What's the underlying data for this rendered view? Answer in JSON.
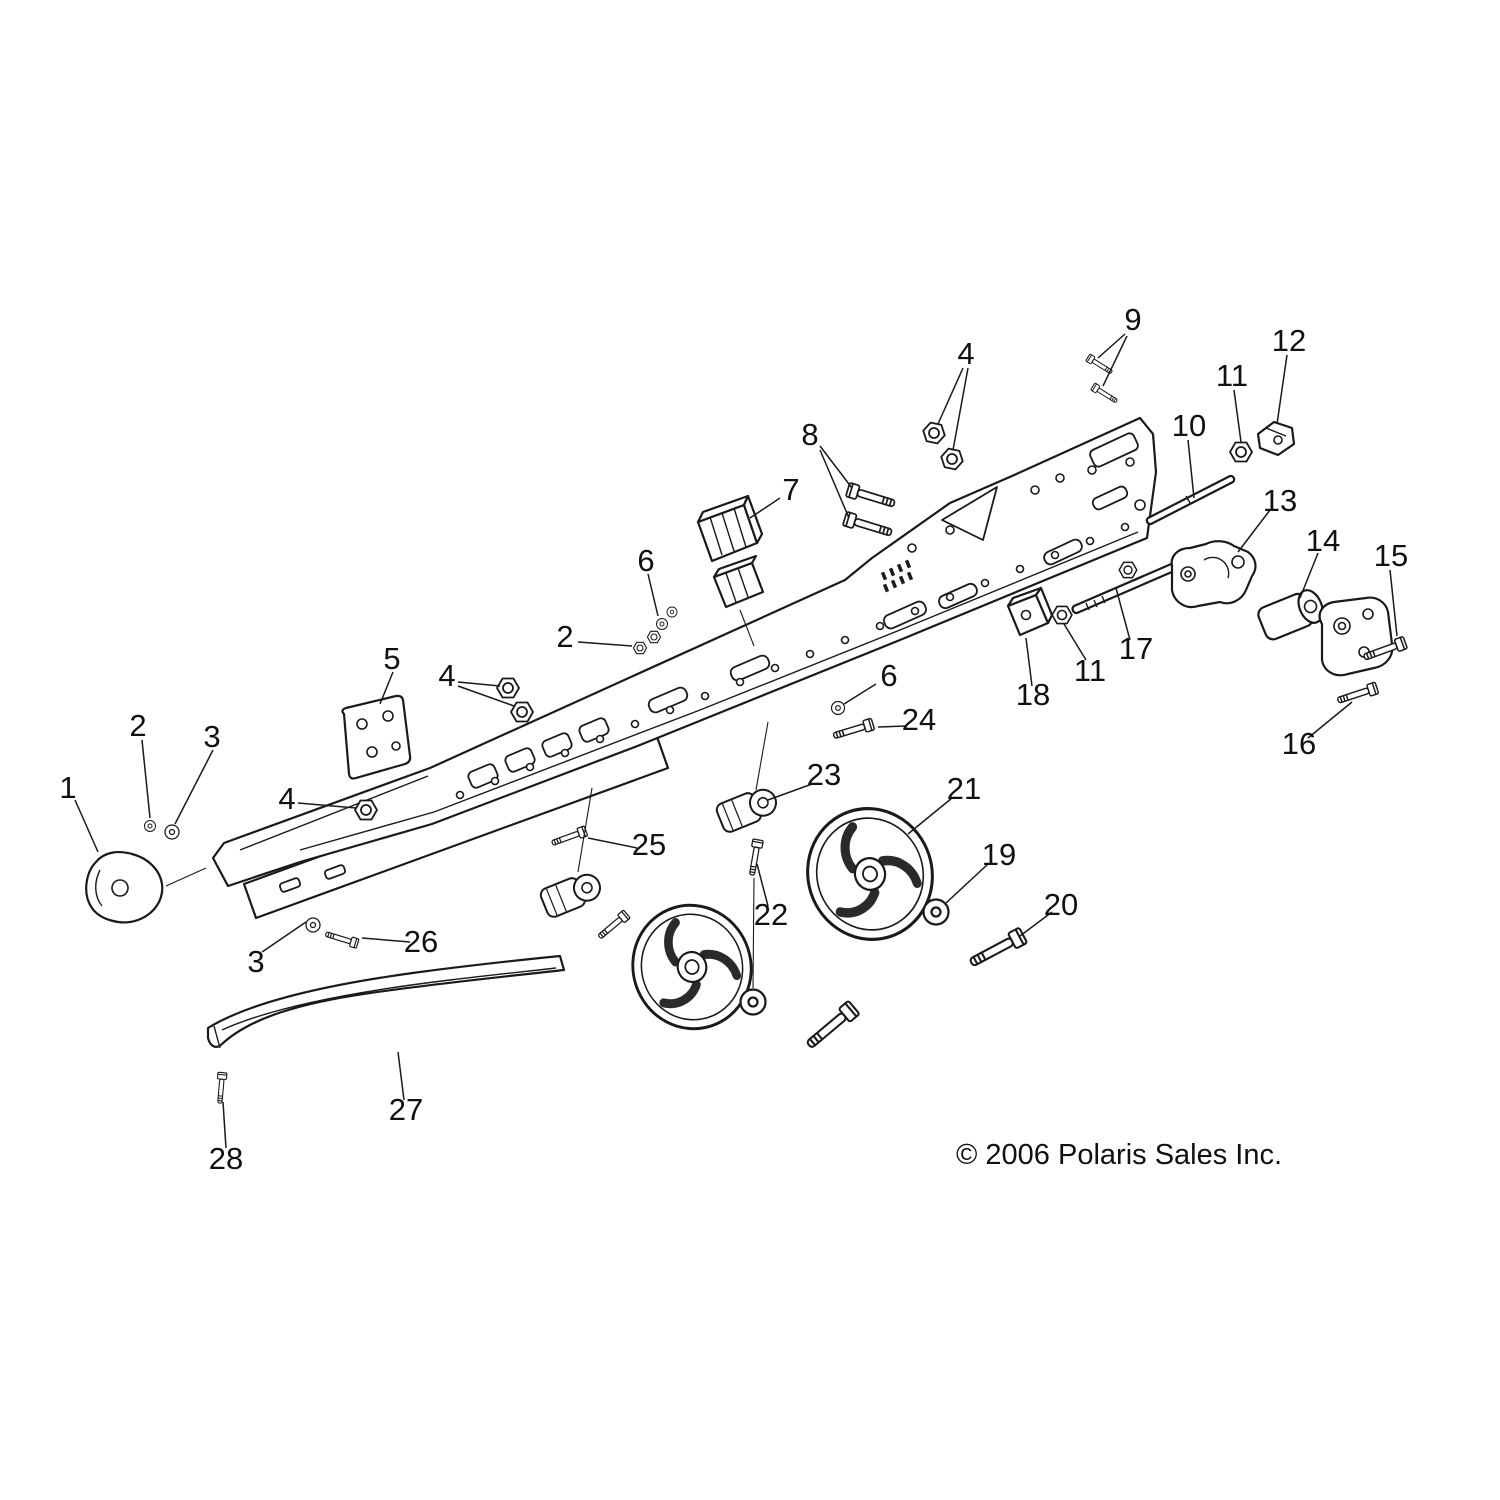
{
  "diagram": {
    "copyright": "© 2006 Polaris Sales Inc.",
    "callouts": [
      "1",
      "2",
      "3",
      "3",
      "2",
      "4",
      "4",
      "4",
      "5",
      "6",
      "6",
      "7",
      "8",
      "9",
      "10",
      "11",
      "11",
      "12",
      "13",
      "14",
      "15",
      "16",
      "17",
      "18",
      "19",
      "20",
      "21",
      "22",
      "23",
      "24",
      "25",
      "26",
      "27",
      "28"
    ],
    "colors": {
      "background": "#ffffff",
      "line_color": "#1a1a1a"
    }
  }
}
